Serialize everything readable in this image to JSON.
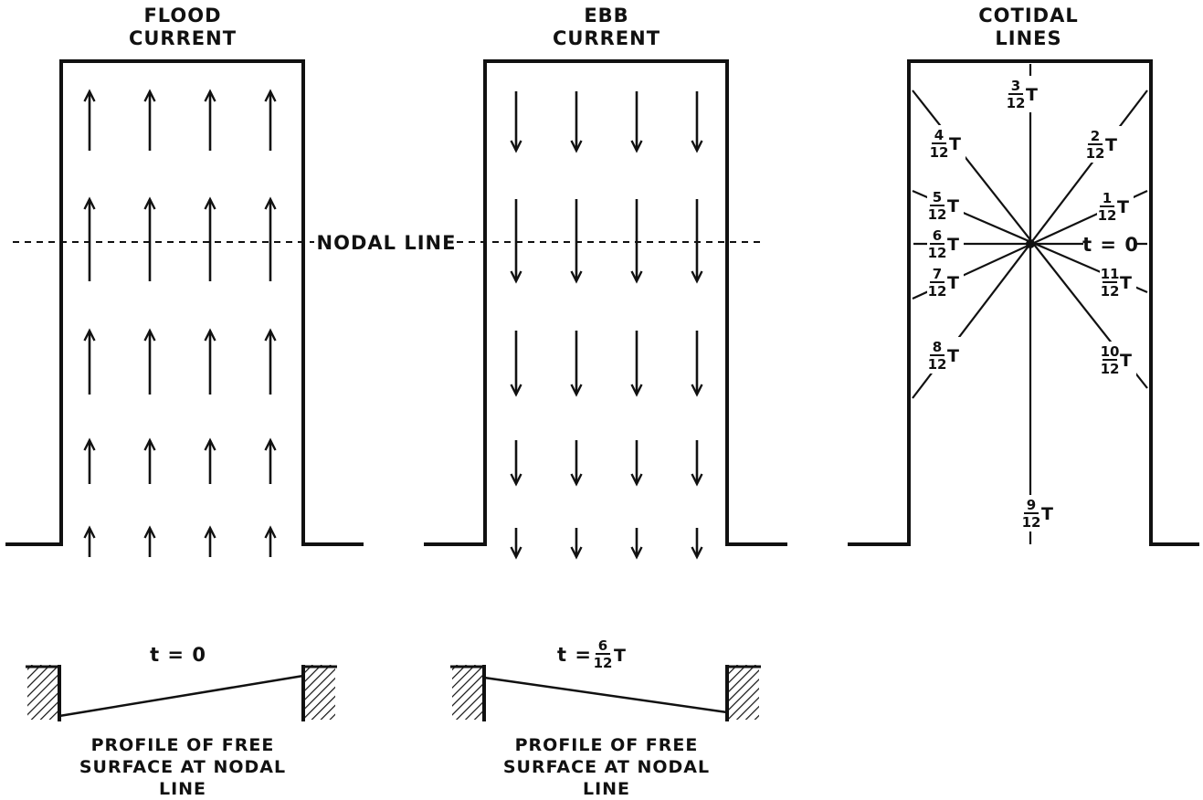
{
  "panels": {
    "flood": {
      "title_line1": "FLOOD",
      "title_line2": "CURRENT"
    },
    "ebb": {
      "title_line1": "EBB",
      "title_line2": "CURRENT"
    },
    "cotidal": {
      "title_line1": "COTIDAL",
      "title_line2": "LINES"
    }
  },
  "nodal_line_label": "NODAL LINE",
  "cotidal_labels": [
    {
      "id": "t0",
      "text": "t = 0"
    },
    {
      "id": "1",
      "num": "1",
      "den": "12",
      "unit": "T"
    },
    {
      "id": "2",
      "num": "2",
      "den": "12",
      "unit": "T"
    },
    {
      "id": "3",
      "num": "3",
      "den": "12",
      "unit": "T"
    },
    {
      "id": "4",
      "num": "4",
      "den": "12",
      "unit": "T"
    },
    {
      "id": "5",
      "num": "5",
      "den": "12",
      "unit": "T"
    },
    {
      "id": "6",
      "num": "6",
      "den": "12",
      "unit": "T"
    },
    {
      "id": "7",
      "num": "7",
      "den": "12",
      "unit": "T"
    },
    {
      "id": "8",
      "num": "8",
      "den": "12",
      "unit": "T"
    },
    {
      "id": "9",
      "num": "9",
      "den": "12",
      "unit": "T"
    },
    {
      "id": "10",
      "num": "10",
      "den": "12",
      "unit": "T"
    },
    {
      "id": "11",
      "num": "11",
      "den": "12",
      "unit": "T"
    }
  ],
  "profiles": {
    "flood": {
      "time_label": "t = 0",
      "caption_line1": "PROFILE OF FREE",
      "caption_line2": "SURFACE AT NODAL",
      "caption_line3": "LINE"
    },
    "ebb": {
      "time_prefix": "t = ",
      "time_num": "6",
      "time_den": "12",
      "time_unit": "T",
      "caption_line1": "PROFILE OF FREE",
      "caption_line2": "SURFACE AT NODAL",
      "caption_line3": "LINE"
    }
  }
}
